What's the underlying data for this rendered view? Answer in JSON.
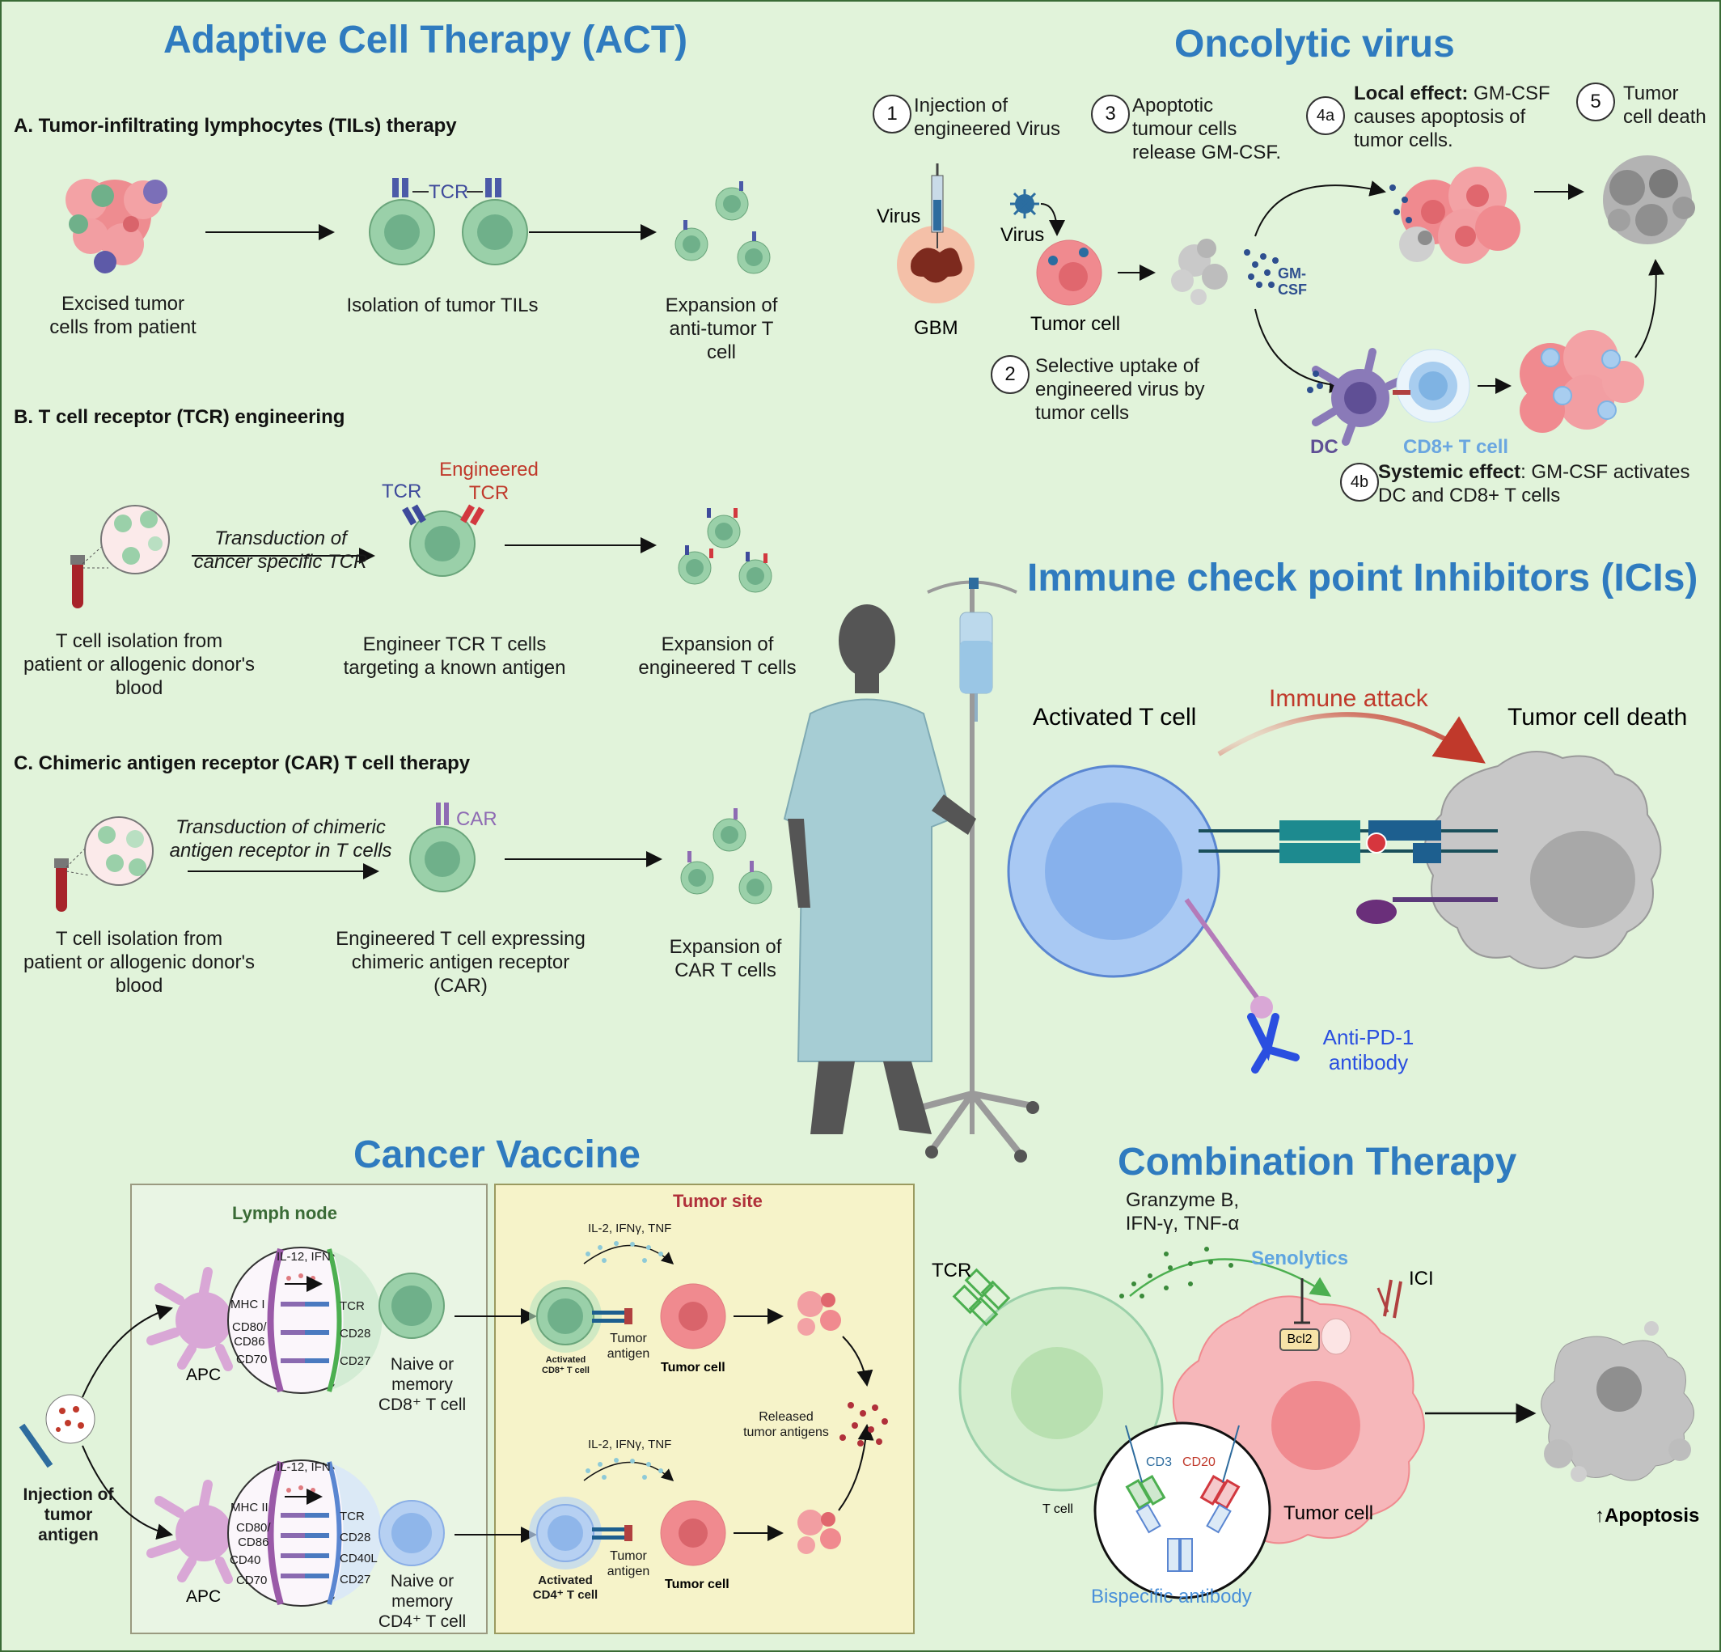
{
  "act": {
    "title": "Adaptive Cell Therapy (ACT)",
    "a": {
      "heading": "A. Tumor-infiltrating lymphocytes (TILs) therapy",
      "tcr_label": "TCR",
      "steps": [
        "Excised tumor\ncells from patient",
        "Isolation of tumor TILs",
        "Expansion of\nanti-tumor T\ncell"
      ]
    },
    "b": {
      "heading": "B. T cell receptor (TCR) engineering",
      "transduction": "Transduction of\ncancer specific TCR",
      "tcr_label": "TCR",
      "engineered_label": "Engineered\nTCR",
      "steps": [
        "T cell isolation from\npatient or allogenic donor's\nblood",
        "Engineer TCR T cells\ntargeting a known antigen",
        "Expansion of\nengineered T cells"
      ]
    },
    "c": {
      "heading": "C. Chimeric antigen receptor (CAR) T cell therapy",
      "transduction": "Transduction of chimeric\nantigen receptor in T cells",
      "car_label": "CAR",
      "steps": [
        "T cell isolation from\npatient or allogenic donor's\nblood",
        "Engineered T cell expressing\nchimeric antigen receptor\n(CAR)",
        "Expansion of\nCAR T cells"
      ]
    }
  },
  "oncolytic": {
    "title": "Oncolytic virus",
    "step1": "Injection of\nengineered Virus",
    "step2": "Selective uptake of\nengineered virus by\ntumor cells",
    "step3": "Apoptotic\ntumour cells\nrelease GM-CSF.",
    "step4a_bold": "Local effect:",
    "step4a_rest": " GM-CSF\ncauses apoptosis of\ntumor cells.",
    "step4b_bold": "Systemic effect",
    "step4b_rest": ": GM-CSF activates\nDC and CD8+ T cells",
    "step5": "Tumor\ncell death",
    "nums": [
      "1",
      "2",
      "3",
      "4a",
      "4b",
      "5"
    ],
    "virus_label_1": "Virus",
    "virus_label_2": "Virus",
    "gbm": "GBM",
    "tumor_cell": "Tumor cell",
    "gmcsf": "GM-\nCSF",
    "dc": "DC",
    "cd8": "CD8+ T cell"
  },
  "ici": {
    "title": "Immune check point Inhibitors (ICIs)",
    "activated": "Activated T cell",
    "attack": "Immune attack",
    "death": "Tumor cell death",
    "antibody": "Anti-PD-1\nantibody"
  },
  "vaccine": {
    "title": "Cancer Vaccine",
    "lymph": "Lymph node",
    "tumor_site": "Tumor site",
    "injection": "Injection of\ntumor\nantigen",
    "apc": "APC",
    "top_cyto": "IL-12, IFN",
    "bot_cyto": "IL-12, IFN",
    "top_left": [
      "MHC I",
      "CD80/\nCD86",
      "CD70"
    ],
    "top_right": [
      "TCR",
      "CD28",
      "CD27"
    ],
    "bot_left": [
      "MHC II",
      "CD80/\nCD86",
      "CD40",
      "CD70"
    ],
    "bot_right": [
      "TCR",
      "CD28",
      "CD40L",
      "CD27"
    ],
    "naive_cd8": "Naive or\nmemory\nCD8⁺ T cell",
    "naive_cd4": "Naive or\nmemory\nCD4⁺ T cell",
    "cyto_site": "IL-2, IFNγ, TNF",
    "activated_cd8": "Activated\nCD8⁺ T cell",
    "activated_cd4": "Activated\nCD4⁺ T cell",
    "tumor_antigen": "Tumor\nantigen",
    "tumor_cell": "Tumor cell",
    "released": "Released\ntumor antigens"
  },
  "combo": {
    "title": "Combination Therapy",
    "cytokines": "Granzyme B,\nIFN-γ, TNF-α",
    "senolytics": "Senolytics",
    "tcr": "TCR",
    "ici": "ICI",
    "bcl2": "Bcl2",
    "tcell": "T cell",
    "tumor": "Tumor cell",
    "cd3": "CD3",
    "cd20": "CD20",
    "bispecific": "Bispecific antibody",
    "apoptosis": "↑Apoptosis"
  },
  "colors": {
    "background": "#e1f3da",
    "title_blue": "#2f7bbf",
    "tumor_pink": "#f08a8f",
    "tcell_green": "#8cc79d",
    "attack_red": "#c0392b"
  }
}
